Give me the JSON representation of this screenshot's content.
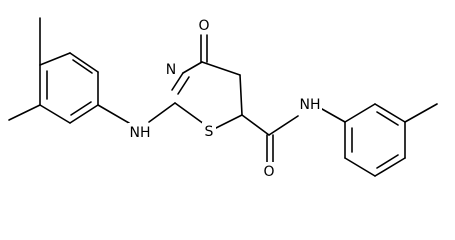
{
  "molecule": {
    "atoms": {
      "oxygen_ketone": "O",
      "nitrogen_ring": "N",
      "nitrogen_amine": "NH",
      "nitrogen_amide": "NH",
      "sulfur": "S",
      "oxygen_amide": "O"
    },
    "colors": {
      "bond": "#000000",
      "text": "#000000",
      "background": "#ffffff"
    }
  }
}
